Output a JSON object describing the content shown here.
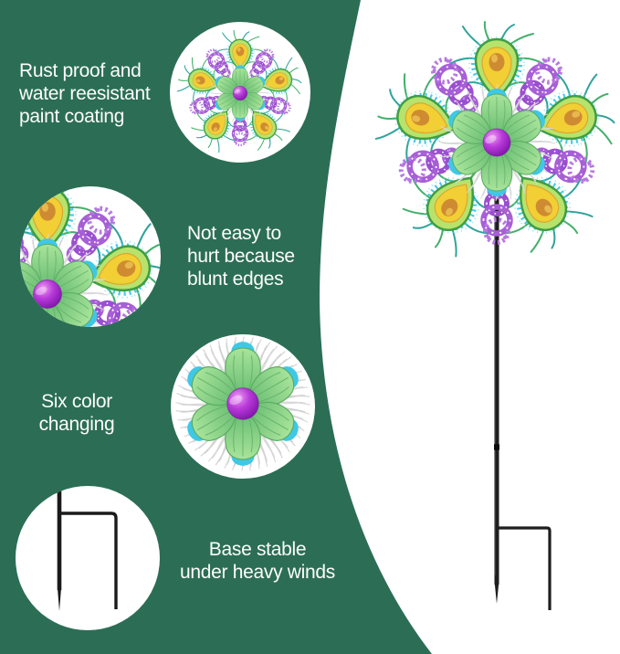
{
  "colors": {
    "panel_green": "#2b6e55",
    "callout_circle_bg": "#ffffff",
    "feature_text": "#fdfdfa",
    "stake_black": "#1e1e1e",
    "spinner_ball_purple": "#a32fd0",
    "spinner_petal_green": "#8cd68d",
    "spinner_petal_tip_cyan": "#3fc8e6",
    "feather_eye_yellow": "#f2cf35",
    "feather_eye_orange": "#cf8b31",
    "feather_lace_cyan": "#3cc6e8",
    "swirl_purple": "#9a4fcf",
    "frond_teal": "#2fa39b",
    "frond_green": "#43b06b"
  },
  "features": [
    {
      "name": "rust-proof",
      "lines": [
        "Rust proof and",
        "water reesistant",
        "paint coating"
      ]
    },
    {
      "name": "blunt-edges",
      "lines": [
        "Not easy to",
        "hurt because",
        "blunt edges"
      ]
    },
    {
      "name": "color-changing",
      "lines": [
        "Six color",
        "changing"
      ]
    },
    {
      "name": "stable-base",
      "lines": [
        "Base stable",
        "under heavy winds"
      ]
    }
  ],
  "illustrations": {
    "main_product": "peacock-feather-wind-spinner-on-garden-stake",
    "callout_top": "wind-spinner-front-view",
    "callout_feathers": "peacock-feather-closeup",
    "callout_spinning": "spinning-flower-color-changing-view",
    "callout_base": "ground-stake-base-closeup"
  }
}
